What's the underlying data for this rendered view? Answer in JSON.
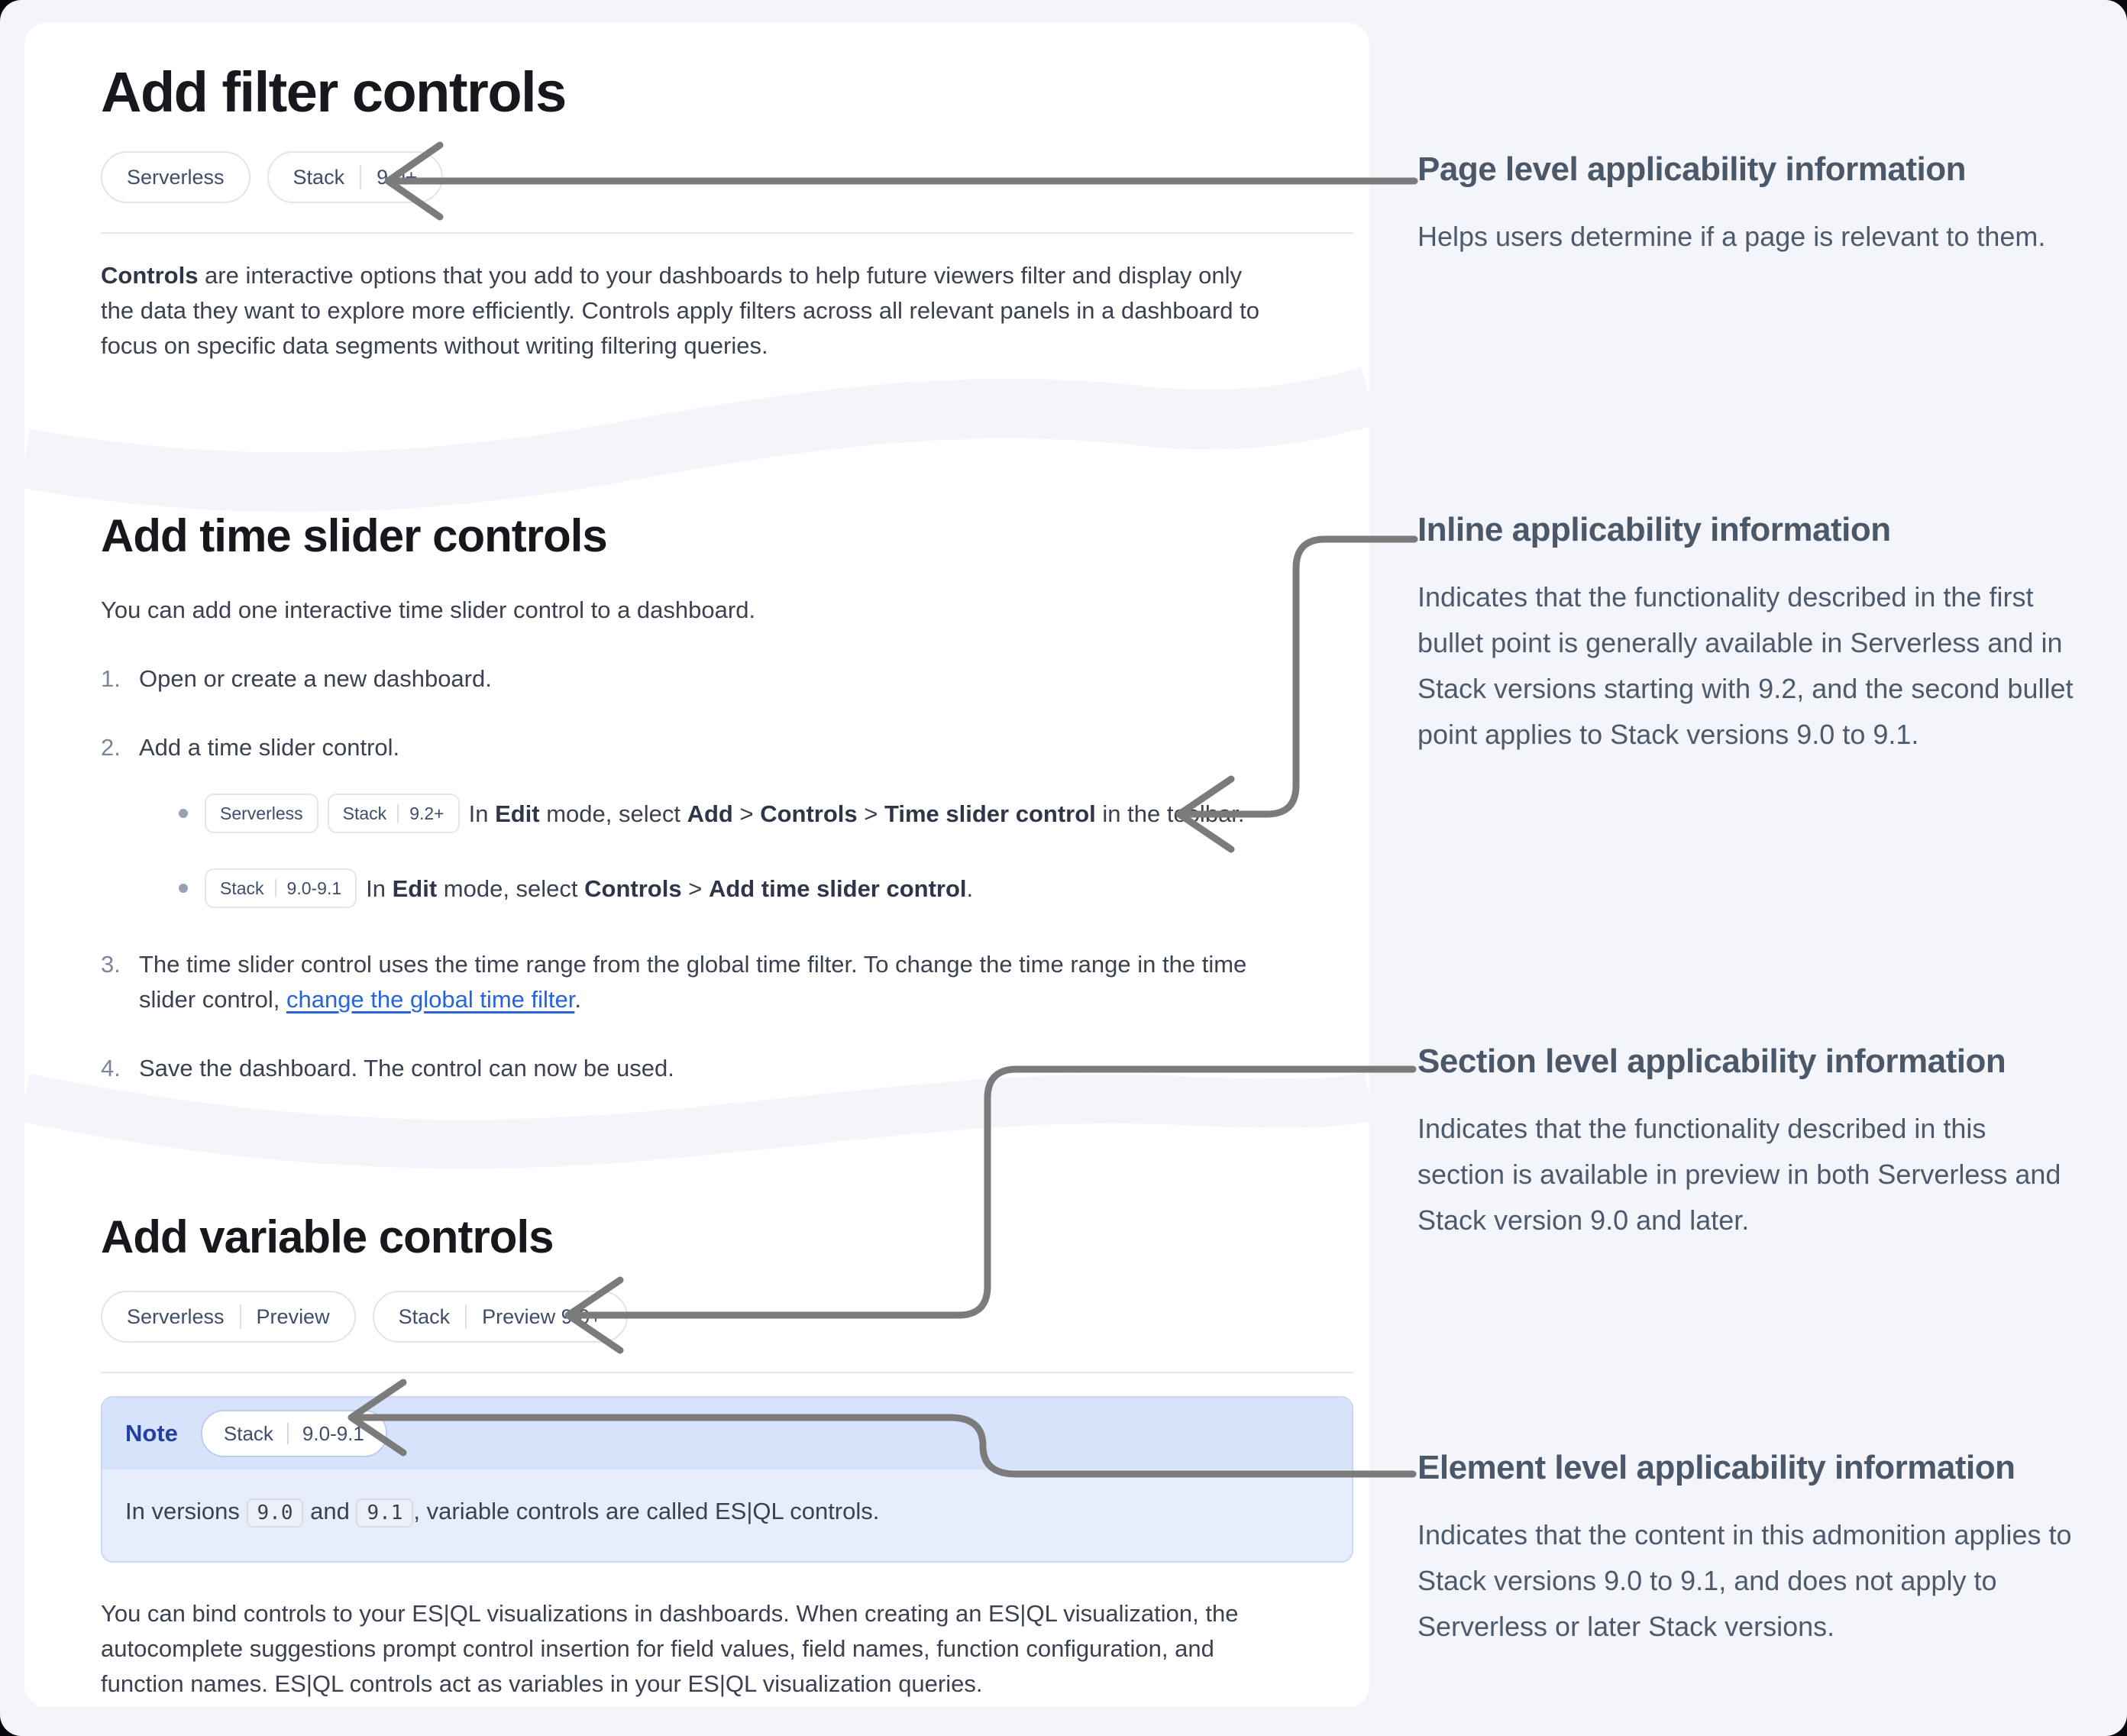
{
  "theme": {
    "page_bg": "#f4f5fa",
    "card_bg": "#ffffff",
    "arrow_color": "#7b7b7b",
    "link_color": "#2563df",
    "note_header_bg": "#d7e3fb",
    "note_body_bg": "#e6eefc",
    "note_label_color": "#2340a0",
    "annotation_color": "#4d5a6e"
  },
  "sections": [
    {
      "title": "Add filter controls",
      "badges": [
        {
          "parts": [
            "Serverless"
          ]
        },
        {
          "parts": [
            "Stack",
            "9.0+"
          ]
        }
      ],
      "paragraph": {
        "bold": "Controls",
        "rest": " are interactive options that you add to your dashboards to help future viewers filter and display only the data they want to explore more efficiently. Controls apply filters across all relevant panels in a dashboard to focus on specific data segments without writing filtering queries."
      }
    },
    {
      "title": "Add time slider controls",
      "intro": "You can add one interactive time slider control to a dashboard.",
      "steps": [
        {
          "num": "1.",
          "text": "Open or create a new dashboard."
        },
        {
          "num": "2.",
          "text": "Add a time slider control.",
          "bullets": [
            {
              "badges": [
                {
                  "parts": [
                    "Serverless"
                  ]
                },
                {
                  "parts": [
                    "Stack",
                    "9.2+"
                  ]
                }
              ],
              "segments": [
                {
                  "t": "In "
                },
                {
                  "t": "Edit"
                },
                {
                  "t": " mode, select "
                },
                {
                  "t": "Add"
                },
                {
                  "t": " > "
                },
                {
                  "t": "Controls"
                },
                {
                  "t": " > "
                },
                {
                  "t": "Time slider control"
                },
                {
                  "t": " in the toolbar."
                }
              ]
            },
            {
              "badges": [
                {
                  "parts": [
                    "Stack",
                    "9.0-9.1"
                  ]
                }
              ],
              "segments": [
                {
                  "t": "In "
                },
                {
                  "t": "Edit"
                },
                {
                  "t": " mode, select "
                },
                {
                  "t": "Controls"
                },
                {
                  "t": " > "
                },
                {
                  "t": "Add time slider control"
                },
                {
                  "t": "."
                }
              ]
            }
          ]
        },
        {
          "num": "3.",
          "before_link": "The time slider control uses the time range from the global time filter. To change the time range in the time slider control, ",
          "link": "change the global time filter",
          "after_link": "."
        },
        {
          "num": "4.",
          "text": "Save the dashboard. The control can now be used."
        }
      ]
    },
    {
      "title": "Add variable controls",
      "badges": [
        {
          "parts": [
            "Serverless",
            "Preview"
          ]
        },
        {
          "parts": [
            "Stack",
            "Preview 9.0+"
          ]
        }
      ],
      "note": {
        "label": "Note",
        "badge": {
          "parts": [
            "Stack",
            "9.0-9.1"
          ]
        },
        "before_code1": "In versions ",
        "code1": "9.0",
        "between_codes": " and ",
        "code2": "9.1",
        "after_code2": ", variable controls are called ES|QL controls."
      },
      "paragraph": "You can bind controls to your ES|QL visualizations in dashboards. When creating an ES|QL visualization, the autocomplete suggestions prompt control insertion for field values, field names, function configuration, and function names. ES|QL controls act as variables in your ES|QL visualization queries."
    }
  ],
  "annotations": [
    {
      "title": "Page level applicability information",
      "body": "Helps users determine if a page is relevant to them."
    },
    {
      "title": "Inline applicability information",
      "body": "Indicates that the functionality described in the first bullet point is generally available in Serverless and in Stack versions starting with 9.2, and the second bullet point applies to Stack versions 9.0 to 9.1."
    },
    {
      "title": "Section level applicability information",
      "body": "Indicates that the functionality described in this section is available in preview in both Serverless and Stack version 9.0 and later."
    },
    {
      "title": "Element level applicability information",
      "body": "Indicates that the content in this admonition applies to Stack versions 9.0 to 9.1, and does not apply to Serverless or later Stack versions."
    }
  ]
}
